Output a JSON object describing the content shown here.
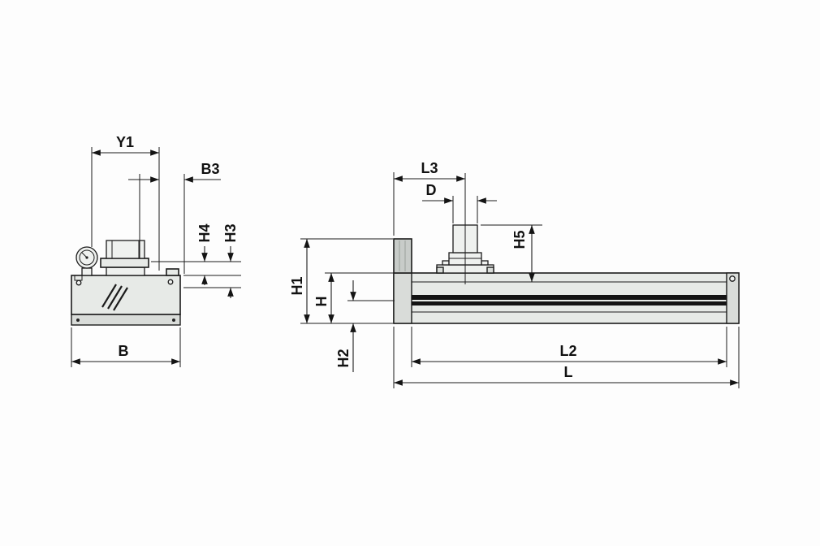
{
  "drawing": {
    "end_view": {
      "dims": {
        "y1": "Y1",
        "b3": "B3",
        "h4": "H4",
        "h3": "H3",
        "b": "B"
      }
    },
    "side_view": {
      "dims": {
        "l3": "L3",
        "d": "D",
        "h5": "H5",
        "h1": "H1",
        "h": "H",
        "h2": "H2",
        "l2": "L2",
        "l": "L"
      }
    },
    "colors": {
      "background": "#ffffff",
      "line": "#1c1c1c",
      "body_fill": "#e7eae7",
      "base_fill": "#d9dcd9",
      "block_fill": "#c8ccc9",
      "band_fill": "#141414"
    }
  }
}
